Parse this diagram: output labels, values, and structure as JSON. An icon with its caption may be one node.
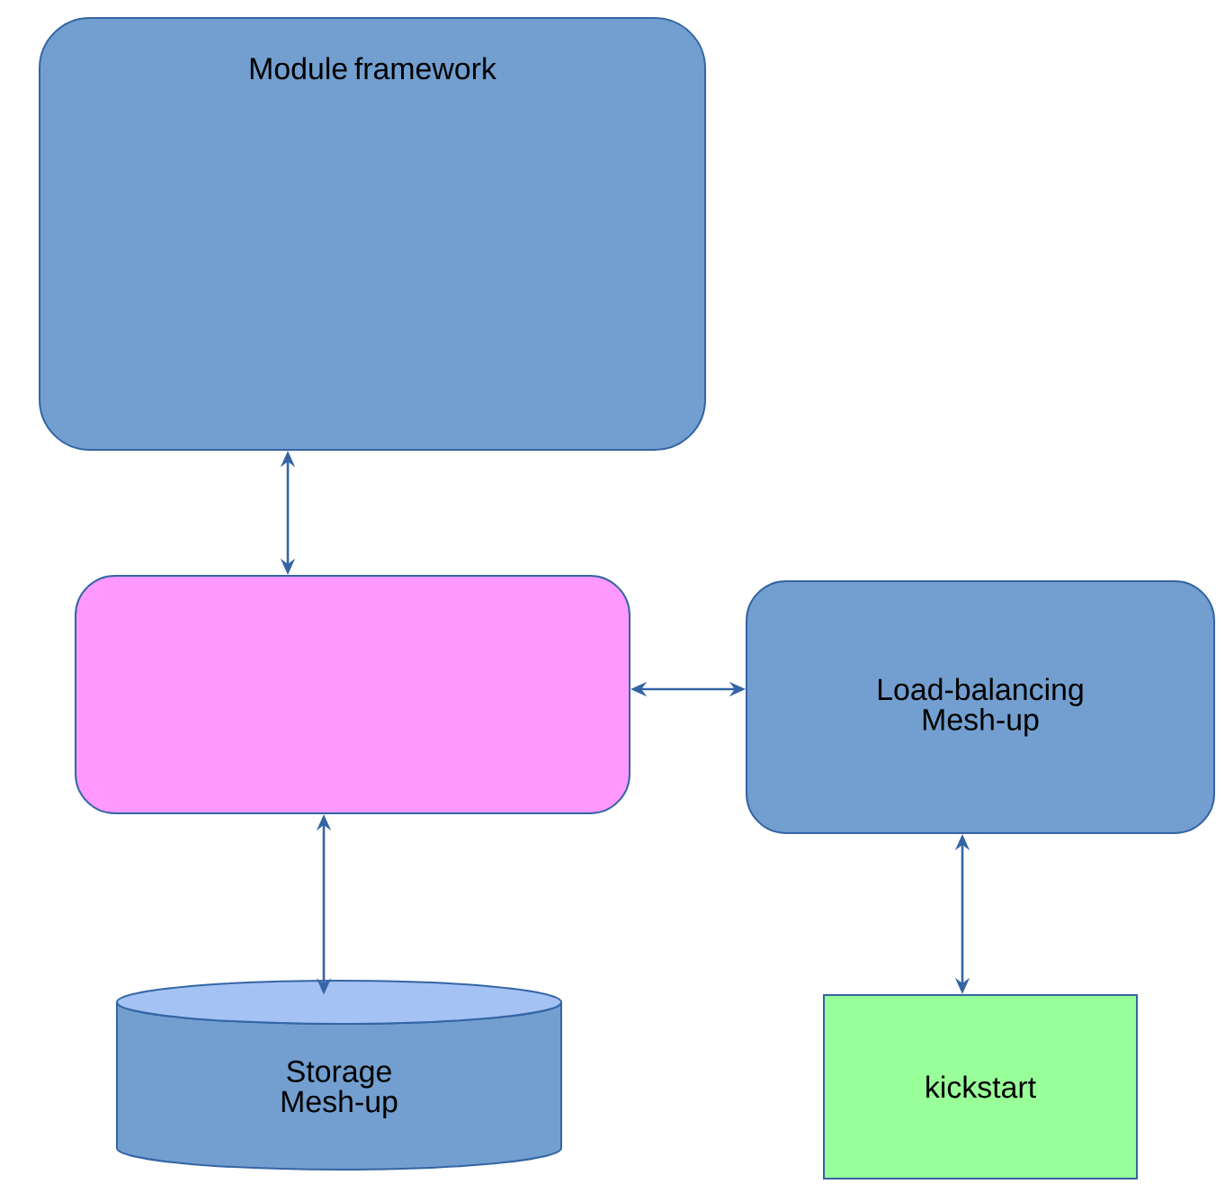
{
  "diagram": {
    "nodes": [
      {
        "text": [
          "Module framework"
        ]
      },
      {
        "text": [],
        "shape": "box"
      },
      {
        "text": [
          "Load-balancing Mesh-up"
        ]
      },
      {
        "text": [
          "Storage Mesh-up"
        ]
      },
      {
        "text": [
          "kickstart"
        ]
      }
    ],
    "edges": [
      {
        "from": 0,
        "to": 1,
        "arrow": "both"
      },
      {
        "from": 1,
        "to": 2,
        "arrow": "both"
      },
      {
        "from": 1,
        "to": 3,
        "arrow": "both"
      },
      {
        "from": 2,
        "to": 4,
        "arrow": "both"
      }
    ]
  }
}
